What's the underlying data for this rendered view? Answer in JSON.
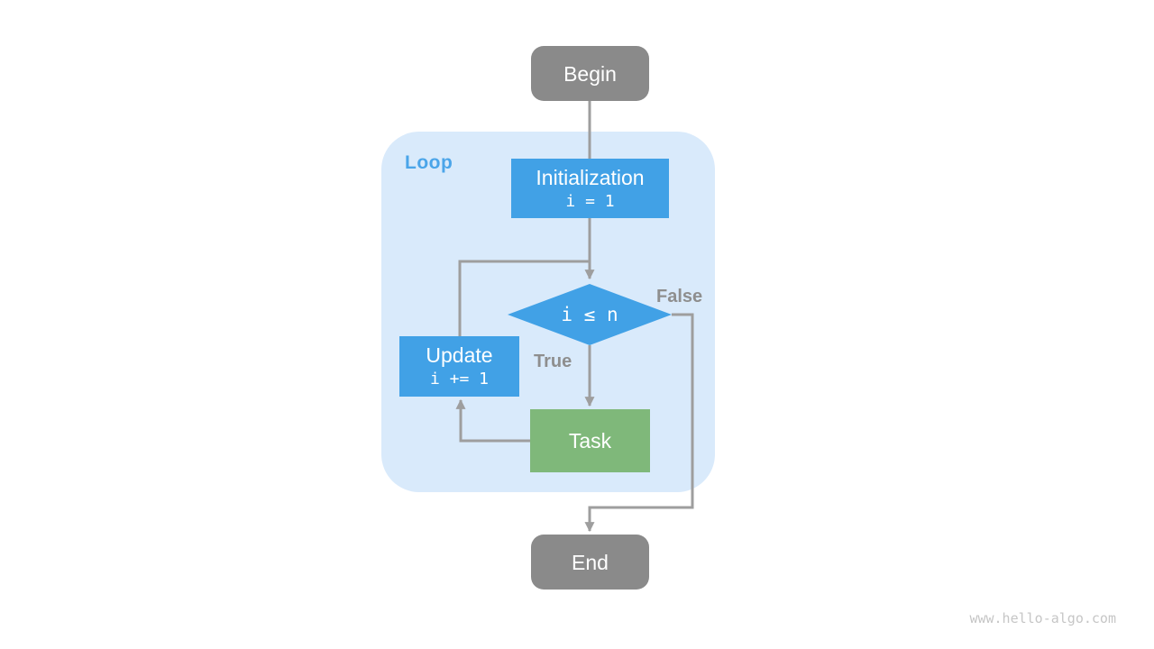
{
  "colors": {
    "node_blue": "#41a1e6",
    "node_green": "#7fb87a",
    "node_gray": "#8a8a8a",
    "loop_bg": "#d9eafb",
    "loop_label": "#4ba5e9",
    "edge": "#9e9e9e",
    "edge_label": "#8e8e8e",
    "watermark": "#c6c6c6",
    "text_on_node": "#ffffff"
  },
  "diagram": {
    "loop_label": "Loop",
    "nodes": {
      "begin": {
        "label": "Begin"
      },
      "initialization": {
        "label": "Initialization",
        "code": "i = 1"
      },
      "condition": {
        "label": "i ≤ n"
      },
      "update": {
        "label": "Update",
        "code": "i += 1"
      },
      "task": {
        "label": "Task"
      },
      "end": {
        "label": "End"
      }
    },
    "edge_labels": {
      "true_branch": "True",
      "false_branch": "False"
    }
  },
  "watermark": "www.hello-algo.com"
}
